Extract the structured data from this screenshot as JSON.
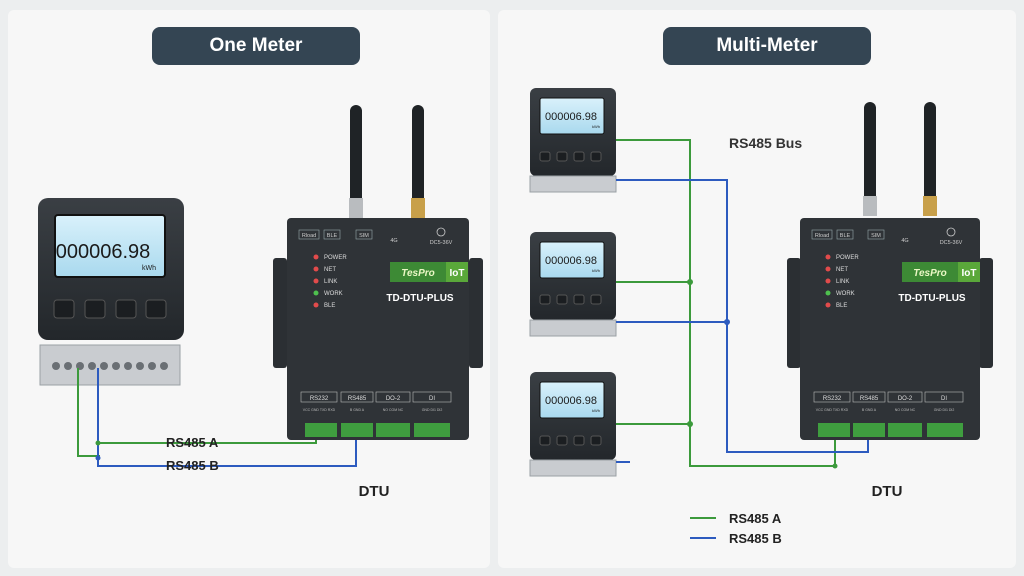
{
  "left": {
    "title": "One Meter",
    "meter_reading": "000006.98",
    "meter_unit": "kWh",
    "wire_a": "RS485 A",
    "wire_b": "RS485 B",
    "dtu_caption": "DTU"
  },
  "right": {
    "title": "Multi-Meter",
    "bus_label": "RS485 Bus",
    "meter_reading": "000006.98",
    "meter_unit": "kWh",
    "dtu_caption": "DTU",
    "legend": [
      {
        "label": "RS485 A",
        "color": "#3c9a3c"
      },
      {
        "label": "RS485 B",
        "color": "#2d5bbf"
      }
    ]
  },
  "dtu": {
    "brand": "TesPro",
    "iot": "IoT",
    "model": "TD-DTU-PLUS",
    "top_labels": [
      "Rload",
      "BLE",
      "SIM",
      "4G",
      "DC5-36V"
    ],
    "leds": [
      "POWER",
      "NET",
      "LINK",
      "WORK",
      "BLE"
    ],
    "led_colors": [
      "#e24b4b",
      "#e24b4b",
      "#e24b4b",
      "#4ec04e",
      "#e24b4b"
    ],
    "port_groups": [
      "RS232",
      "RS485",
      "DO-2",
      "DI"
    ],
    "port_pins": [
      "VCC GND TXD RXD",
      "B GND A",
      "NO COM NC",
      "GND DI1 DI2"
    ]
  },
  "colors": {
    "wire_a": "#3c9a3c",
    "wire_b": "#2d5bbf",
    "pill": "#344553",
    "device": "#2b2f33"
  }
}
